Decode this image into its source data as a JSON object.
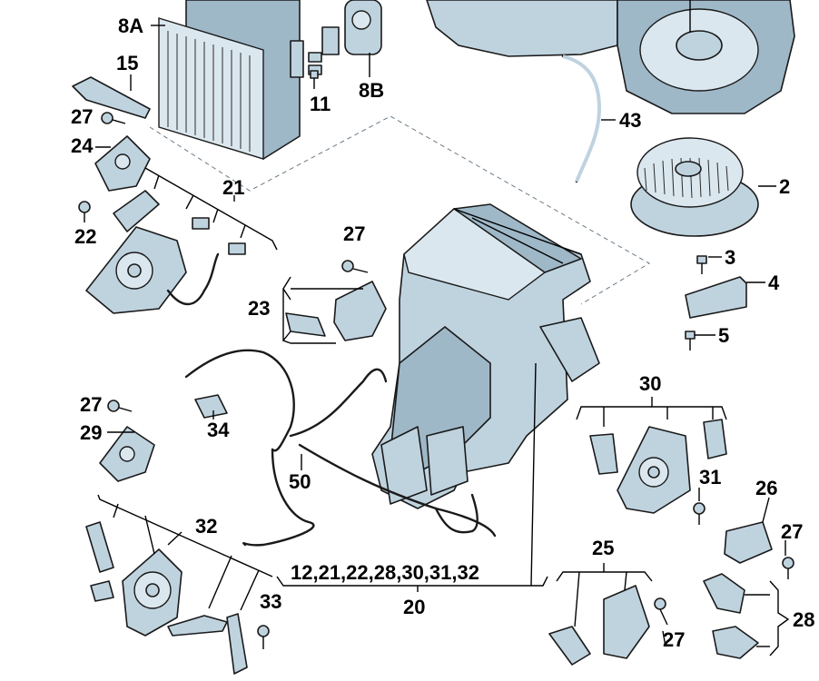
{
  "labels": {
    "l8a": "8A",
    "l15": "15",
    "l27a": "27",
    "l24": "24",
    "l21": "21",
    "l22": "22",
    "l11": "11",
    "l8b": "8B",
    "l43": "43",
    "l2": "2",
    "l3": "3",
    "l4": "4",
    "l5": "5",
    "l27b": "27",
    "l23": "23",
    "l27c": "27",
    "l29": "29",
    "l34": "34",
    "l50": "50",
    "l30": "30",
    "l31": "31",
    "l26": "26",
    "l27d": "27",
    "l32": "32",
    "l33": "33",
    "l_group": "12,21,22,28,30,31,32",
    "l20": "20",
    "l25": "25",
    "l27e": "27",
    "l28": "28"
  }
}
